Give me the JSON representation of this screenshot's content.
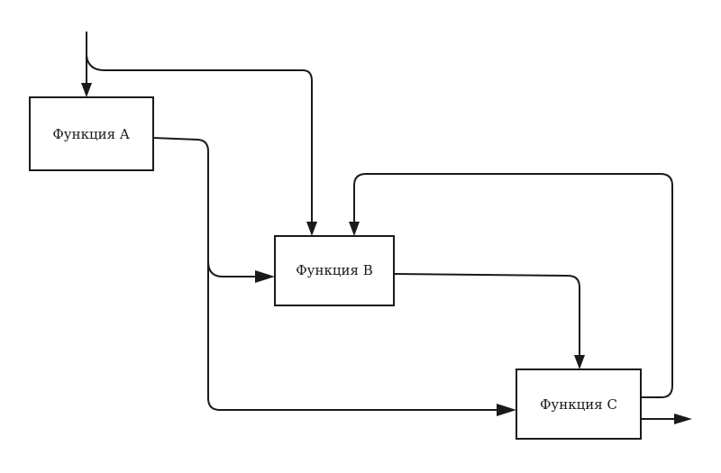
{
  "diagram": {
    "nodes": {
      "a": {
        "label": "Функция A"
      },
      "b": {
        "label": "Функция B"
      },
      "c": {
        "label": "Функция C"
      }
    },
    "edges": [
      {
        "from": "input",
        "to": "a"
      },
      {
        "from": "input",
        "to": "b"
      },
      {
        "from": "a",
        "to": "b"
      },
      {
        "from": "a",
        "to": "c"
      },
      {
        "from": "b",
        "to": "c"
      },
      {
        "from": "c",
        "to": "b"
      },
      {
        "from": "c",
        "to": "output"
      }
    ]
  }
}
